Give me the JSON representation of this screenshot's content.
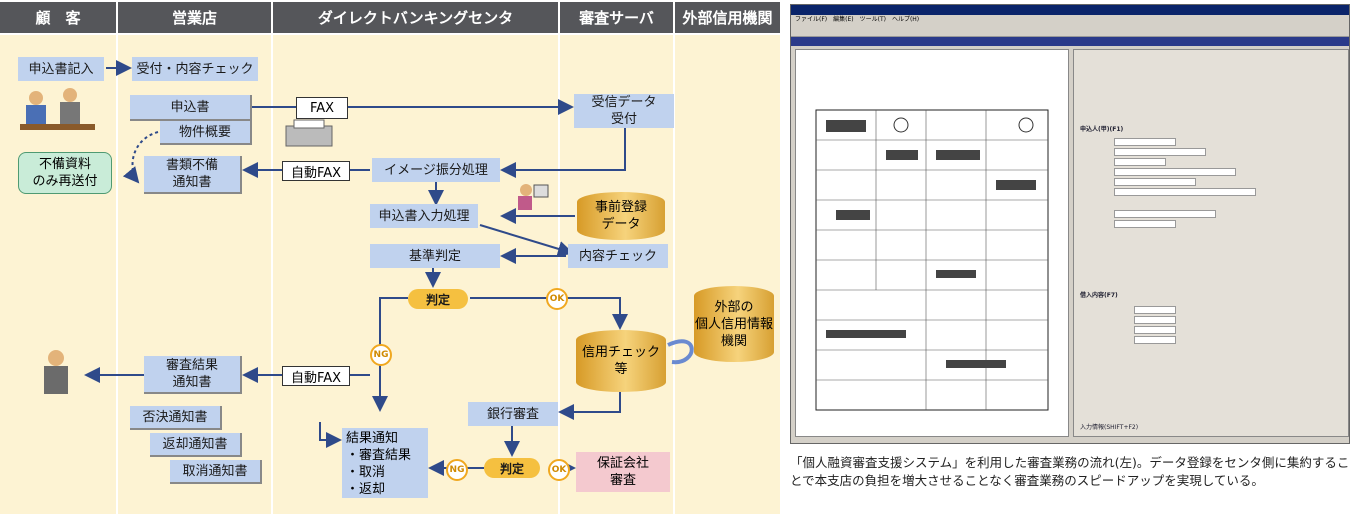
{
  "lanes": [
    "顧　客",
    "営業店",
    "ダイレクトバンキングセンタ",
    "審査サーバ",
    "外部信用機関"
  ],
  "nodes": {
    "application_fill": "申込書記入",
    "reception_check": "受付・内容チェック",
    "application_form": "申込書",
    "property_summary": "物件概要",
    "fax_label": "FAX",
    "receive_data": "受信データ\n受付",
    "incomplete_callout": "不備資料\nのみ再送付",
    "incomplete_notice": "書類不備\n通知書",
    "auto_fax_1": "自動FAX",
    "image_sort": "イメージ振分処理",
    "app_input": "申込書入力処理",
    "pre_registration": "事前登録\nデータ",
    "content_check": "内容チェック",
    "standard_judgement": "基準判定",
    "judgement_1": "判定",
    "ok_1": "OK",
    "ng_1": "NG",
    "external_credit_db": "外部の\n個人信用情報\n機関",
    "credit_check": "信用チェック\n等",
    "review_result_notice": "審査結果\n通知書",
    "auto_fax_2": "自動FAX",
    "bank_review": "銀行審査",
    "rejection_notice": "否決通知書",
    "return_notice": "返却通知書",
    "cancel_notice": "取消通知書",
    "result_notice": "結果通知\n・審査結果\n・取消\n・返却",
    "ng_2": "NG",
    "judgement_2": "判定",
    "ok_2": "OK",
    "guarantee_review": "保証会社\n審査"
  },
  "screenshot": {
    "menu": "ファイル(F)　編集(E)　ツール(T)　ヘルプ(H)",
    "section_applicant": "申込人(甲)(F1)",
    "section_borrowing": "借入内容(F7)",
    "bottom_tab": "入力情報(SHIFT+F2)"
  },
  "caption": "「個人融資審査支援システム」を利用した審査業務の流れ(左)。データ登録をセンタ側に集約することで本支店の負担を増大させることなく審査業務のスピードアップを実現している。"
}
